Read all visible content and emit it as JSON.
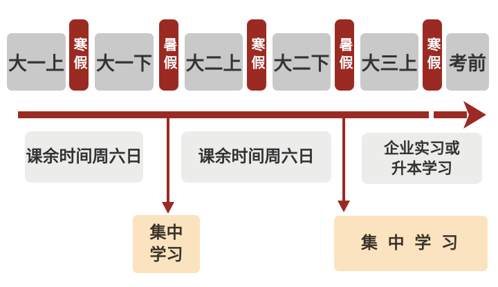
{
  "colors": {
    "maroon": "#9b2a23",
    "semester_gray": "#c9c9c9",
    "activity_gray": "#ececea",
    "study_orange": "#fae3be",
    "text_dark": "#333333",
    "text_white": "#ffffff"
  },
  "periods": [
    {
      "label": "大一上",
      "type": "semester"
    },
    {
      "label": "寒假",
      "type": "break"
    },
    {
      "label": "大一下",
      "type": "semester"
    },
    {
      "label": "暑假",
      "type": "break"
    },
    {
      "label": "大二上",
      "type": "semester"
    },
    {
      "label": "寒假",
      "type": "break"
    },
    {
      "label": "大二下",
      "type": "semester"
    },
    {
      "label": "暑假",
      "type": "break"
    },
    {
      "label": "大三上",
      "type": "semester"
    },
    {
      "label": "寒假",
      "type": "break"
    },
    {
      "label": "考前",
      "type": "semester"
    }
  ],
  "activities": [
    {
      "label": "课余时间周六日"
    },
    {
      "label": "课余时间周六日"
    },
    {
      "line1": "企业实习或",
      "line2": "升本学习"
    }
  ],
  "study_boxes": [
    {
      "line1": "集中",
      "line2": "学习"
    },
    {
      "label": "集 中 学 习"
    }
  ]
}
